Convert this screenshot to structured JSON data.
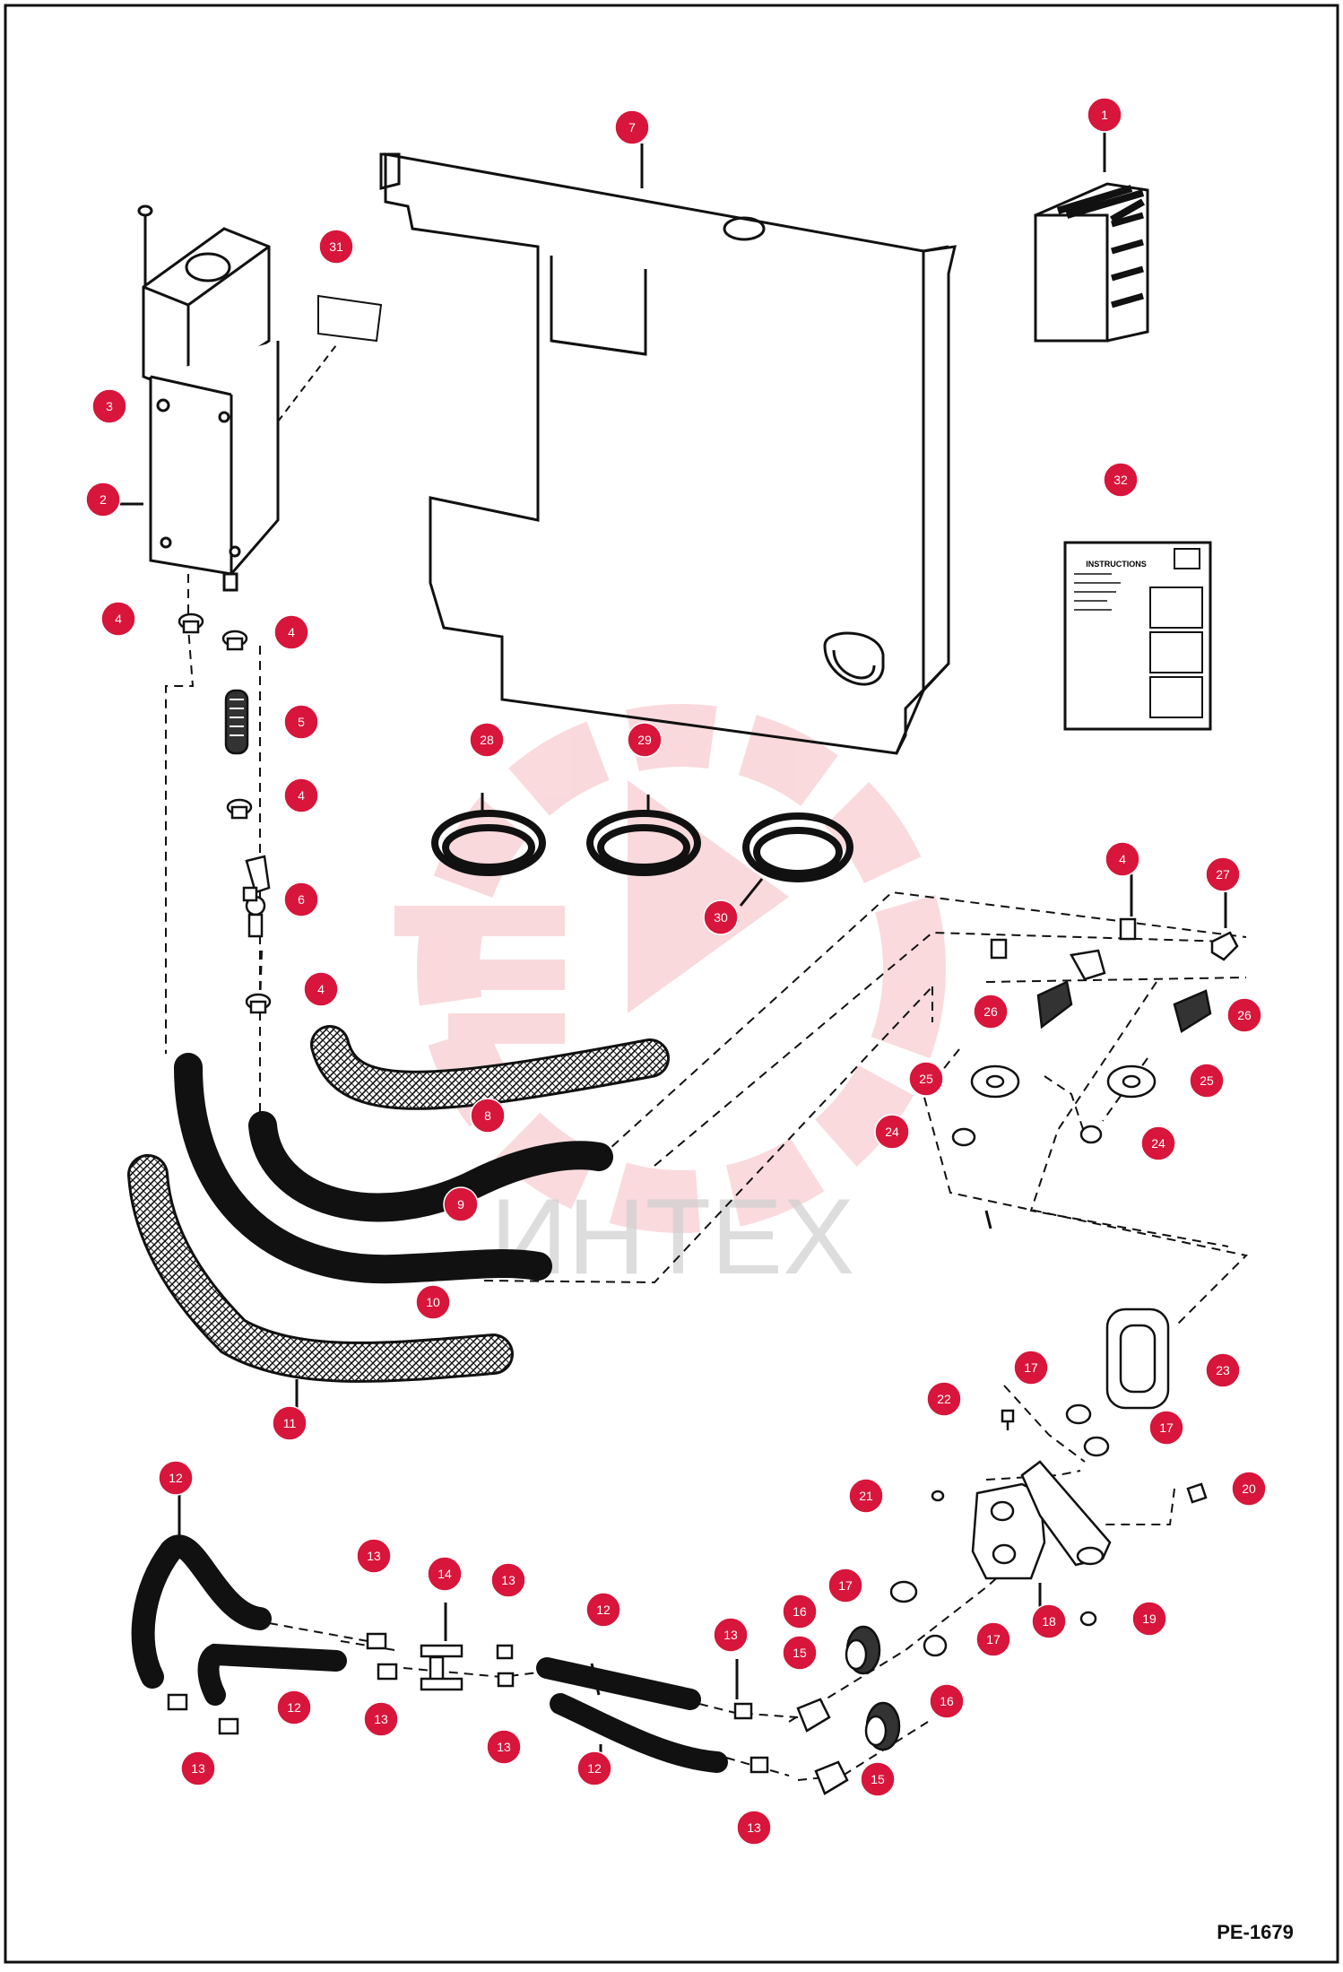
{
  "diagram": {
    "page_code": "PE-1679",
    "watermark": "ИНТЕХ",
    "instruction_card_heading": "INSTRUCTIONS",
    "callout_color": "#d8153a",
    "line_color": "#111111"
  },
  "callouts": [
    {
      "label": "1"
    },
    {
      "label": "7"
    },
    {
      "label": "31"
    },
    {
      "label": "3"
    },
    {
      "label": "2"
    },
    {
      "label": "32"
    },
    {
      "label": "4"
    },
    {
      "label": "4"
    },
    {
      "label": "5"
    },
    {
      "label": "4"
    },
    {
      "label": "6"
    },
    {
      "label": "4"
    },
    {
      "label": "28"
    },
    {
      "label": "29"
    },
    {
      "label": "30"
    },
    {
      "label": "4"
    },
    {
      "label": "27"
    },
    {
      "label": "26"
    },
    {
      "label": "26"
    },
    {
      "label": "25"
    },
    {
      "label": "25"
    },
    {
      "label": "24"
    },
    {
      "label": "24"
    },
    {
      "label": "8"
    },
    {
      "label": "9"
    },
    {
      "label": "10"
    },
    {
      "label": "11"
    },
    {
      "label": "17"
    },
    {
      "label": "23"
    },
    {
      "label": "22"
    },
    {
      "label": "17"
    },
    {
      "label": "21"
    },
    {
      "label": "20"
    },
    {
      "label": "12"
    },
    {
      "label": "13"
    },
    {
      "label": "14"
    },
    {
      "label": "13"
    },
    {
      "label": "12"
    },
    {
      "label": "13"
    },
    {
      "label": "17"
    },
    {
      "label": "16"
    },
    {
      "label": "18"
    },
    {
      "label": "19"
    },
    {
      "label": "15"
    },
    {
      "label": "17"
    },
    {
      "label": "12"
    },
    {
      "label": "13"
    },
    {
      "label": "13"
    },
    {
      "label": "16"
    },
    {
      "label": "13"
    },
    {
      "label": "12"
    },
    {
      "label": "15"
    },
    {
      "label": "13"
    }
  ]
}
